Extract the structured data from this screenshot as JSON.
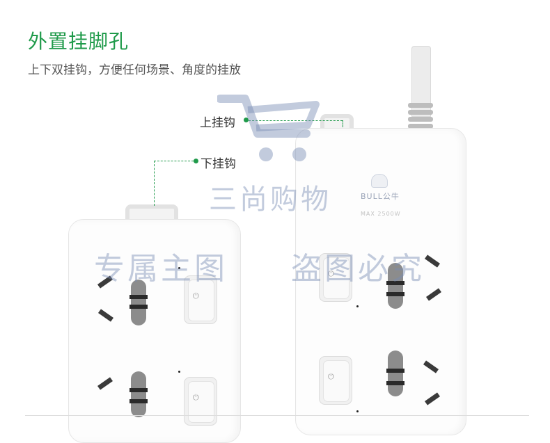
{
  "heading": {
    "title": "外置挂脚孔",
    "subtitle": "上下双挂钩，方便任何场景、角度的挂放"
  },
  "callouts": {
    "upper_hook": "上挂钩",
    "lower_hook": "下挂钩"
  },
  "product": {
    "brand": "BULL公牛",
    "rating": "MAX 2500W"
  },
  "watermark": {
    "shop": "三尚购物",
    "left": "专属主图",
    "right": "盗图必究"
  },
  "colors": {
    "accent": "#1f9a4a",
    "watermark": "#788cb4"
  }
}
